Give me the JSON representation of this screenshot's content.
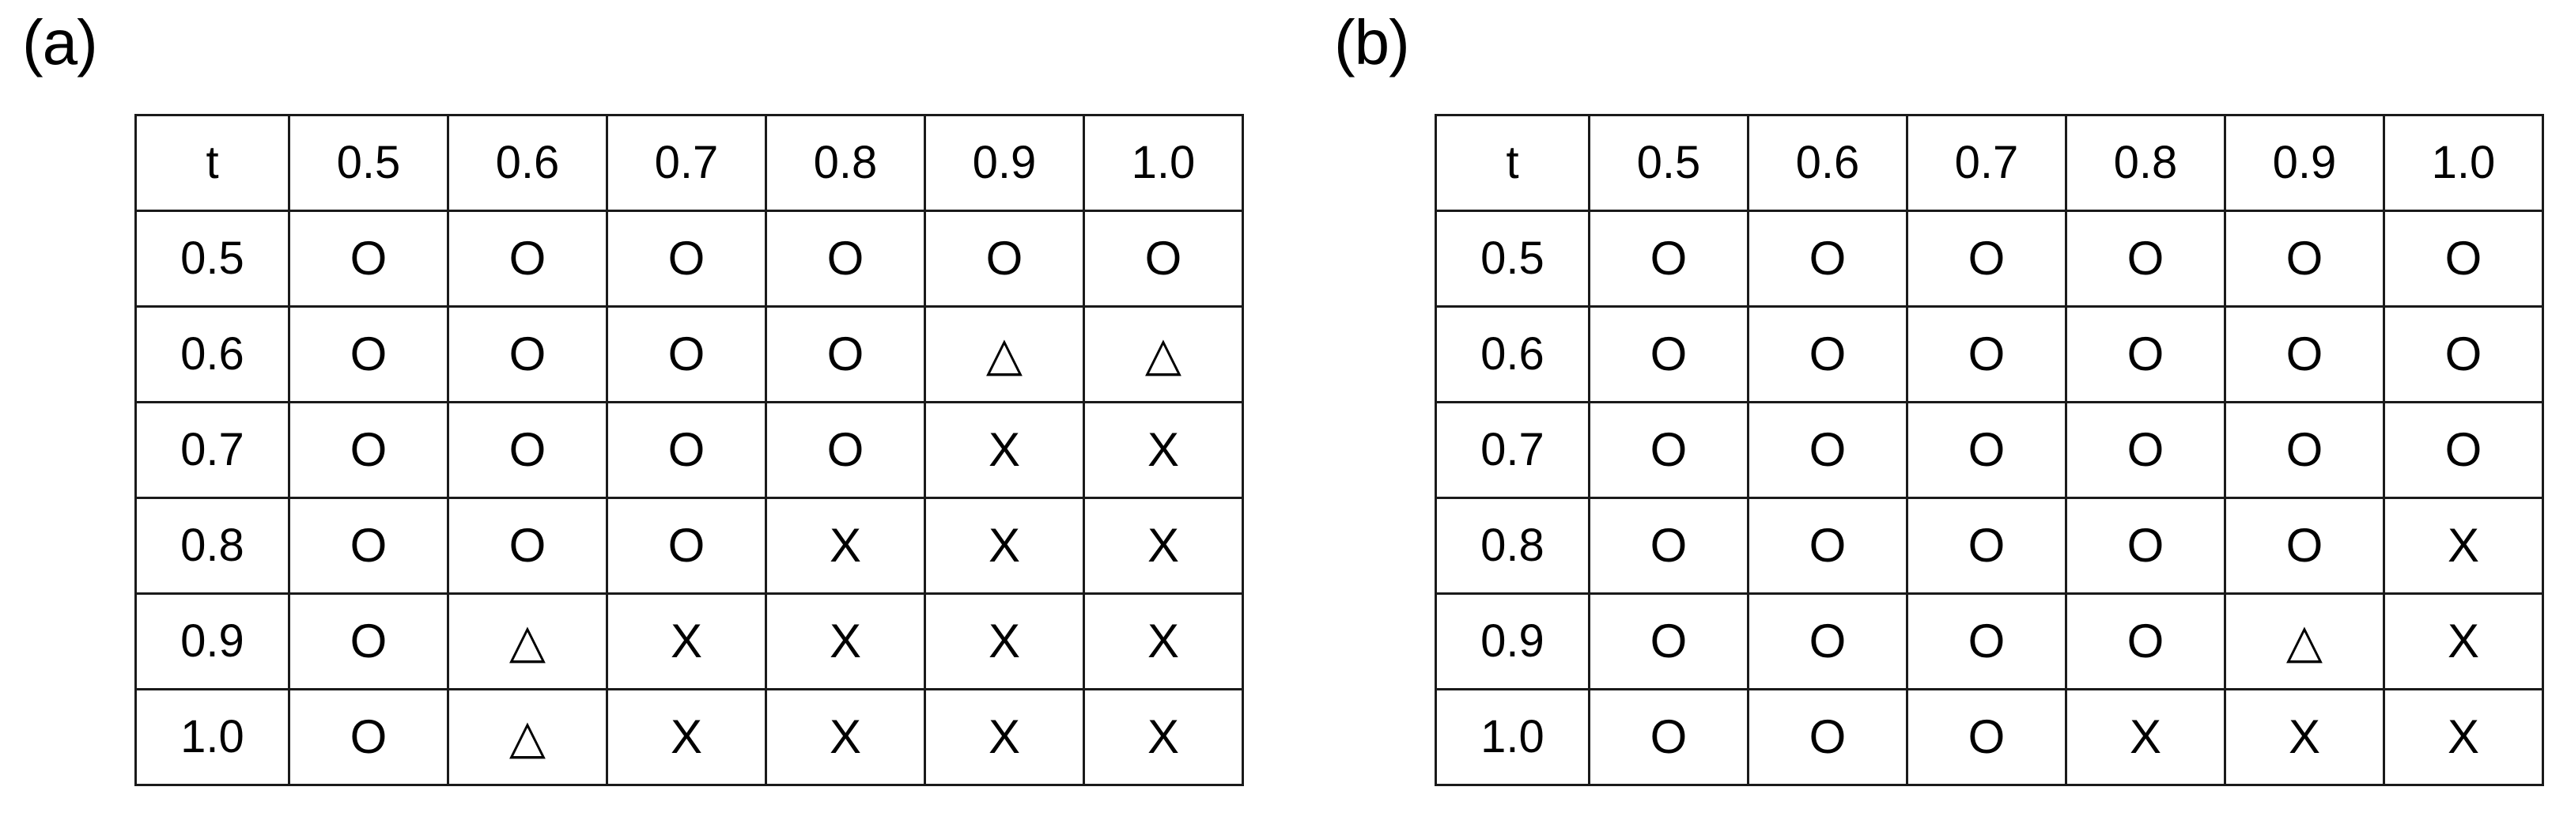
{
  "figure": {
    "background_color": "#ffffff",
    "line_color": "#1a1a1a",
    "text_color": "#000000"
  },
  "symbols": {
    "circle": "O",
    "triangle": "△",
    "cross": "X"
  },
  "panels": [
    {
      "id": "a",
      "label": "(a)",
      "table": {
        "corner_header": "t",
        "column_headers": [
          "0.5",
          "0.6",
          "0.7",
          "0.8",
          "0.9",
          "1.0"
        ],
        "row_headers": [
          "0.5",
          "0.6",
          "0.7",
          "0.8",
          "0.9",
          "1.0"
        ],
        "rows": [
          {
            "header": "0.5",
            "cells": [
              "O",
              "O",
              "O",
              "O",
              "O",
              "O"
            ]
          },
          {
            "header": "0.6",
            "cells": [
              "O",
              "O",
              "O",
              "O",
              "△",
              "△"
            ]
          },
          {
            "header": "0.7",
            "cells": [
              "O",
              "O",
              "O",
              "O",
              "X",
              "X"
            ]
          },
          {
            "header": "0.8",
            "cells": [
              "O",
              "O",
              "O",
              "X",
              "X",
              "X"
            ]
          },
          {
            "header": "0.9",
            "cells": [
              "O",
              "△",
              "X",
              "X",
              "X",
              "X"
            ]
          },
          {
            "header": "1.0",
            "cells": [
              "O",
              "△",
              "X",
              "X",
              "X",
              "X"
            ]
          }
        ]
      }
    },
    {
      "id": "b",
      "label": "(b)",
      "table": {
        "corner_header": "t",
        "column_headers": [
          "0.5",
          "0.6",
          "0.7",
          "0.8",
          "0.9",
          "1.0"
        ],
        "row_headers": [
          "0.5",
          "0.6",
          "0.7",
          "0.8",
          "0.9",
          "1.0"
        ],
        "rows": [
          {
            "header": "0.5",
            "cells": [
              "O",
              "O",
              "O",
              "O",
              "O",
              "O"
            ]
          },
          {
            "header": "0.6",
            "cells": [
              "O",
              "O",
              "O",
              "O",
              "O",
              "O"
            ]
          },
          {
            "header": "0.7",
            "cells": [
              "O",
              "O",
              "O",
              "O",
              "O",
              "O"
            ]
          },
          {
            "header": "0.8",
            "cells": [
              "O",
              "O",
              "O",
              "O",
              "O",
              "X"
            ]
          },
          {
            "header": "0.9",
            "cells": [
              "O",
              "O",
              "O",
              "O",
              "△",
              "X"
            ]
          },
          {
            "header": "1.0",
            "cells": [
              "O",
              "O",
              "O",
              "X",
              "X",
              "X"
            ]
          }
        ]
      }
    }
  ],
  "chart_data": {
    "type": "table",
    "title": "",
    "xlabel": "t",
    "ylabel": "t",
    "legend": [
      "O",
      "△",
      "X"
    ],
    "panels": [
      {
        "name": "(a)",
        "row_categories": [
          "0.5",
          "0.6",
          "0.7",
          "0.8",
          "0.9",
          "1.0"
        ],
        "column_categories": [
          "0.5",
          "0.6",
          "0.7",
          "0.8",
          "0.9",
          "1.0"
        ],
        "values": [
          [
            "O",
            "O",
            "O",
            "O",
            "O",
            "O"
          ],
          [
            "O",
            "O",
            "O",
            "O",
            "△",
            "△"
          ],
          [
            "O",
            "O",
            "O",
            "O",
            "X",
            "X"
          ],
          [
            "O",
            "O",
            "O",
            "X",
            "X",
            "X"
          ],
          [
            "O",
            "△",
            "X",
            "X",
            "X",
            "X"
          ],
          [
            "O",
            "△",
            "X",
            "X",
            "X",
            "X"
          ]
        ]
      },
      {
        "name": "(b)",
        "row_categories": [
          "0.5",
          "0.6",
          "0.7",
          "0.8",
          "0.9",
          "1.0"
        ],
        "column_categories": [
          "0.5",
          "0.6",
          "0.7",
          "0.8",
          "0.9",
          "1.0"
        ],
        "values": [
          [
            "O",
            "O",
            "O",
            "O",
            "O",
            "O"
          ],
          [
            "O",
            "O",
            "O",
            "O",
            "O",
            "O"
          ],
          [
            "O",
            "O",
            "O",
            "O",
            "O",
            "O"
          ],
          [
            "O",
            "O",
            "O",
            "O",
            "O",
            "X"
          ],
          [
            "O",
            "O",
            "O",
            "O",
            "△",
            "X"
          ],
          [
            "O",
            "O",
            "O",
            "X",
            "X",
            "X"
          ]
        ]
      }
    ]
  }
}
